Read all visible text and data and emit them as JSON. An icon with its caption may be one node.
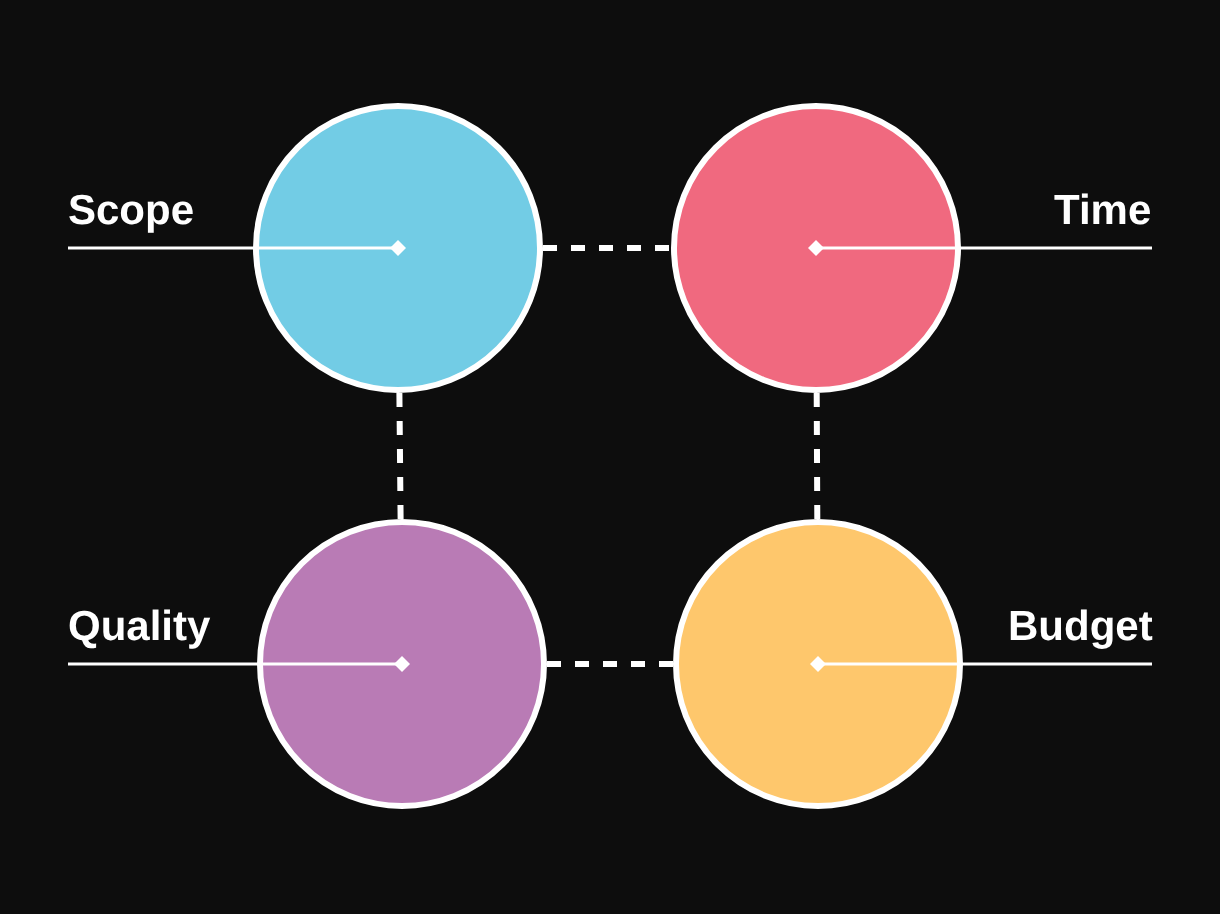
{
  "diagram": {
    "nodes": [
      {
        "text": [
          "Scope"
        ]
      },
      {
        "text": [
          "Time"
        ]
      },
      {
        "text": [
          "Quality"
        ]
      },
      {
        "text": [
          "Budget"
        ]
      },
      {
        "text": [],
        "shape": "circle"
      },
      {
        "text": [],
        "shape": "circle"
      },
      {
        "text": [],
        "shape": "circle"
      },
      {
        "text": [],
        "shape": "circle"
      }
    ],
    "edges": [
      {
        "from": 0,
        "to": 4,
        "arrow": "other"
      },
      {
        "from": 1,
        "to": 5,
        "arrow": "other"
      },
      {
        "from": 2,
        "to": 6,
        "arrow": "other"
      },
      {
        "from": 3,
        "to": 7,
        "arrow": "other"
      },
      {
        "from": 4,
        "to": 5,
        "arrow": "none",
        "style": "dashed"
      },
      {
        "from": 4,
        "to": 6,
        "arrow": "none",
        "style": "dashed"
      },
      {
        "from": 5,
        "to": 7,
        "arrow": "none",
        "style": "dashed"
      },
      {
        "from": 6,
        "to": 7,
        "arrow": "none",
        "style": "dashed"
      }
    ]
  }
}
